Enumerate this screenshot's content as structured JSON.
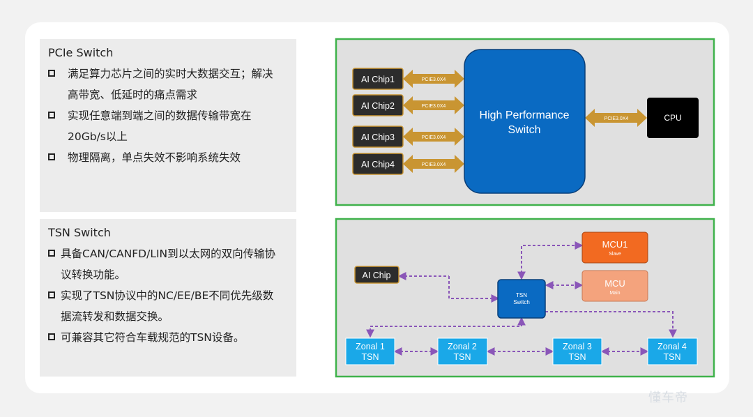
{
  "pcie_panel": {
    "title": "PCIe Switch",
    "bullets": [
      "满足算力芯片之间的实时大数据交互；解决",
      "高带宽、低延时的痛点需求",
      "实现任意端到端之间的数据传输带宽在",
      "20Gb/s以上",
      "物理隔离，单点失效不影响系统失效"
    ]
  },
  "tsn_panel": {
    "title": "TSN Switch",
    "bullets": [
      "具备CAN/CANFD/LIN到以太网的双向传输协",
      "议转换功能。",
      "实现了TSN协议中的NC/EE/BE不同优先级数",
      "据流转发和数据交换。",
      "可兼容其它符合车载规范的TSN设备。"
    ]
  },
  "pcie_diagram": {
    "chips": [
      "AI Chip1",
      "AI Chip2",
      "AI Chip3",
      "AI Chip4"
    ],
    "link_label": "PCIE3.0X4",
    "switch_line1": "High Performance",
    "switch_line2": "Switch",
    "cpu": "CPU"
  },
  "tsn_diagram": {
    "ai_chip": "AI Chip",
    "tsn_line1": "TSN",
    "tsn_line2": "Switch",
    "mcu1": "MCU1",
    "mcu1_sub": "Slave",
    "mcu": "MCU",
    "mcu_sub": "Main",
    "zonal1_line1": "Zonal 1",
    "zonal2_line1": "Zonal 2",
    "zonal3_line1": "Zonal 3",
    "zonal4_line1": "Zonal 4",
    "zonal_line2": "TSN"
  },
  "watermark": "懂车帝",
  "colors": {
    "frame_green": "#3fb24b",
    "switch_blue": "#0a6ac2",
    "arrow_gold": "#c99532",
    "chip_dark": "#2c2c2c",
    "mcu1_orange": "#f26a21",
    "mcu_light": "#f4a37d",
    "zonal_cyan": "#1aa8e8",
    "dash_purple": "#8a56b8"
  }
}
